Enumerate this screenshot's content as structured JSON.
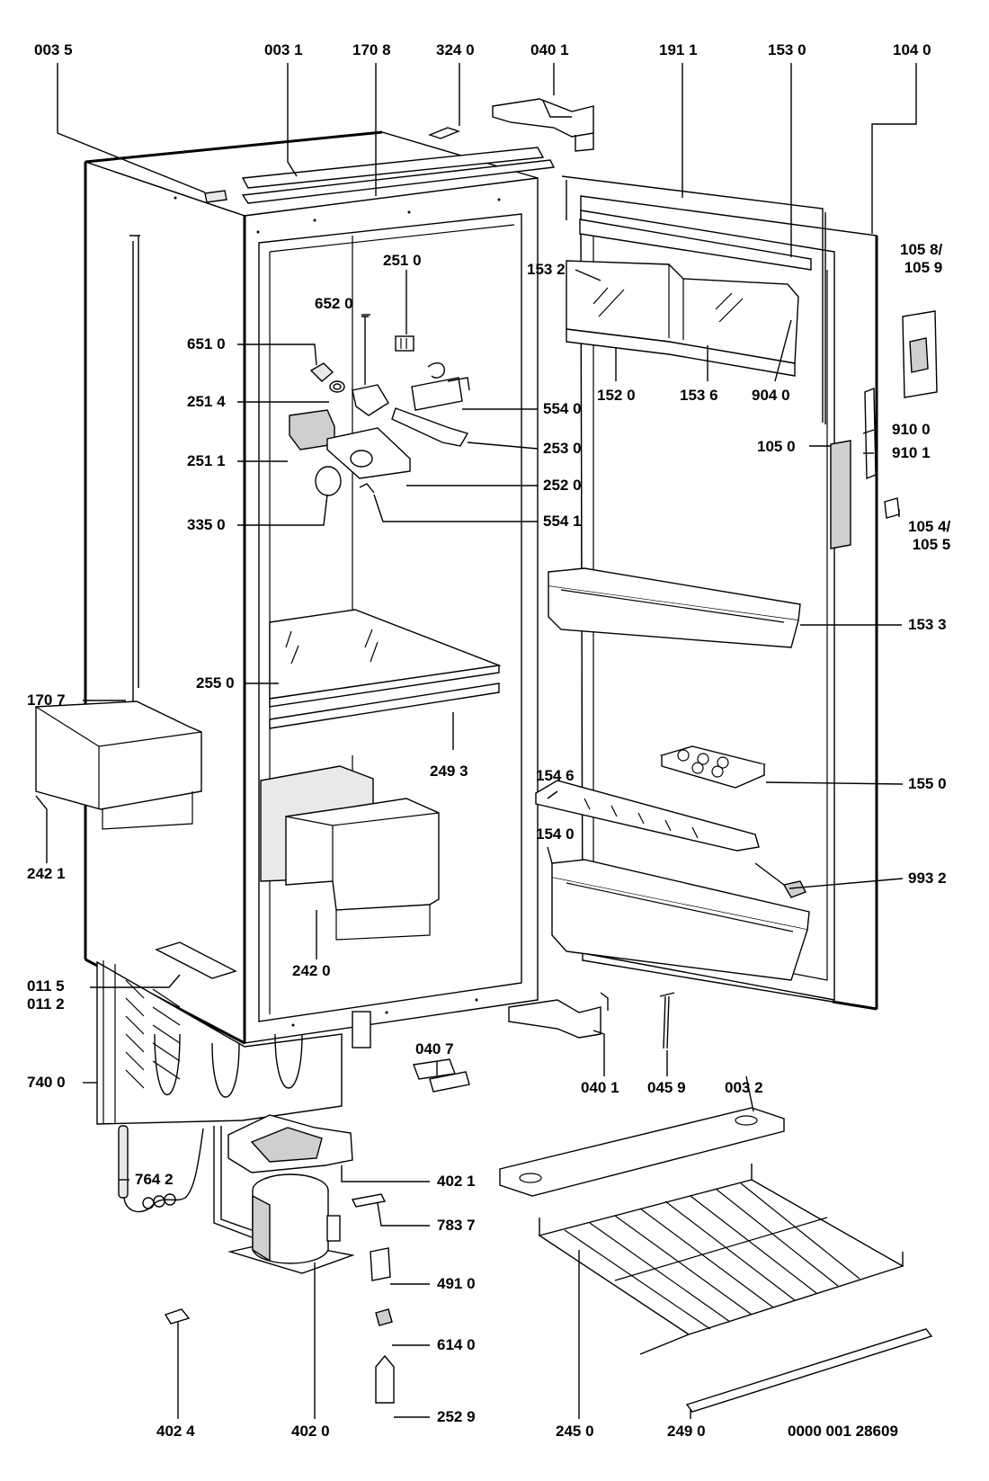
{
  "diagram": {
    "document_number": "0000 001 28609",
    "labels": [
      {
        "id": "0035",
        "text": "003 5"
      },
      {
        "id": "0031",
        "text": "003 1"
      },
      {
        "id": "1708",
        "text": "170 8"
      },
      {
        "id": "3240",
        "text": "324 0"
      },
      {
        "id": "0401a",
        "text": "040 1"
      },
      {
        "id": "1911",
        "text": "191 1"
      },
      {
        "id": "1530",
        "text": "153 0"
      },
      {
        "id": "1040",
        "text": "104 0"
      },
      {
        "id": "2510",
        "text": "251 0"
      },
      {
        "id": "1532",
        "text": "153 2"
      },
      {
        "id": "10589",
        "text": "105 8/\n105 9"
      },
      {
        "id": "6520",
        "text": "652 0"
      },
      {
        "id": "6510",
        "text": "651 0"
      },
      {
        "id": "2514",
        "text": "251 4"
      },
      {
        "id": "1520",
        "text": "152 0"
      },
      {
        "id": "1536",
        "text": "153 6"
      },
      {
        "id": "9040",
        "text": "904 0"
      },
      {
        "id": "5540",
        "text": "554 0"
      },
      {
        "id": "9100",
        "text": "910 0"
      },
      {
        "id": "2511",
        "text": "251 1"
      },
      {
        "id": "2530",
        "text": "253 0"
      },
      {
        "id": "1050",
        "text": "105 0"
      },
      {
        "id": "9101",
        "text": "910 1"
      },
      {
        "id": "2520",
        "text": "252 0"
      },
      {
        "id": "3350",
        "text": "335 0"
      },
      {
        "id": "5541",
        "text": "554 1"
      },
      {
        "id": "10545",
        "text": "105 4/\n105 5"
      },
      {
        "id": "1533",
        "text": "153 3"
      },
      {
        "id": "2550",
        "text": "255 0"
      },
      {
        "id": "1707",
        "text": "170 7"
      },
      {
        "id": "2493",
        "text": "249 3"
      },
      {
        "id": "1546",
        "text": "154 6"
      },
      {
        "id": "1550",
        "text": "155 0"
      },
      {
        "id": "1540",
        "text": "154 0"
      },
      {
        "id": "2421",
        "text": "242 1"
      },
      {
        "id": "9932",
        "text": "993 2"
      },
      {
        "id": "2420",
        "text": "242 0"
      },
      {
        "id": "0115",
        "text": "011 5\n011 2"
      },
      {
        "id": "0407",
        "text": "040 7"
      },
      {
        "id": "0401b",
        "text": "040 1"
      },
      {
        "id": "0459",
        "text": "045 9"
      },
      {
        "id": "0032",
        "text": "003 2"
      },
      {
        "id": "7400",
        "text": "740 0"
      },
      {
        "id": "4021",
        "text": "402 1"
      },
      {
        "id": "7642",
        "text": "764 2"
      },
      {
        "id": "7837",
        "text": "783 7"
      },
      {
        "id": "4910",
        "text": "491 0"
      },
      {
        "id": "6140",
        "text": "614 0"
      },
      {
        "id": "4024",
        "text": "402 4"
      },
      {
        "id": "4020",
        "text": "402 0"
      },
      {
        "id": "2529",
        "text": "252 9"
      },
      {
        "id": "2450",
        "text": "245 0"
      },
      {
        "id": "2490",
        "text": "249 0"
      }
    ]
  }
}
